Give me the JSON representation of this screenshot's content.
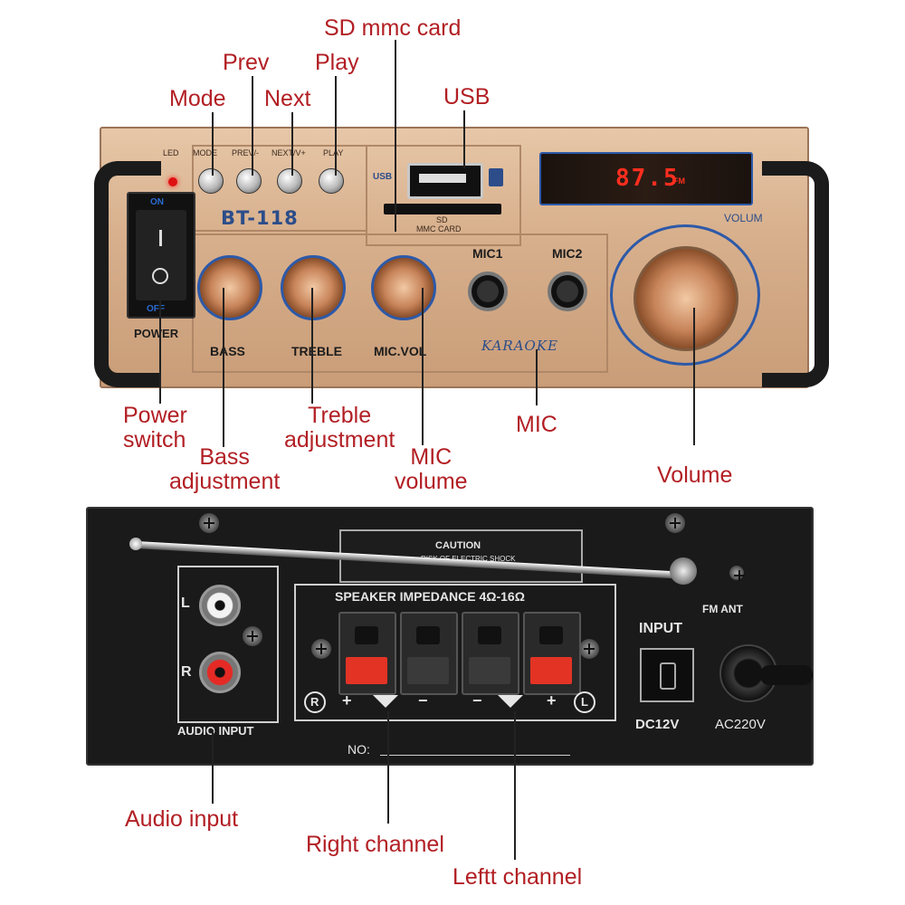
{
  "callouts": {
    "sd_card": "SD mmc card",
    "prev": "Prev",
    "play": "Play",
    "mode": "Mode",
    "next": "Next",
    "usb": "USB",
    "power_switch_1": "Power",
    "power_switch_2": "switch",
    "treble_1": "Treble",
    "treble_2": "adjustment",
    "mic": "MIC",
    "bass_1": "Bass",
    "bass_2": "adjustment",
    "mic_volume_1": "MIC",
    "mic_volume_2": "volume",
    "volume": "Volume",
    "audio_input": "Audio input",
    "right_channel": "Right channel",
    "left_channel": "Leftt channel"
  },
  "front_panel": {
    "button_labels": [
      "LED",
      "MODE",
      "PREV/-",
      "NEXT/V+",
      "PLAY"
    ],
    "model": "BT-118",
    "switch_on": "ON",
    "switch_off": "OFF",
    "power": "POWER",
    "usb_label": "USB",
    "sd_label_1": "SD",
    "sd_label_2": "MMC CARD",
    "display_value": "87.5",
    "display_unit": "FM",
    "volume_label": "VOLUM",
    "knob_bass": "BASS",
    "knob_treble": "TREBLE",
    "knob_mic_vol": "MIC.VOL",
    "mic1": "MIC1",
    "mic2": "MIC2",
    "karaoke": "KARAOKE"
  },
  "back_panel": {
    "caution": "CAUTION",
    "caution_sub": "RISK OF ELECTRIC SHOCK",
    "input_l": "L",
    "input_r": "R",
    "audio_input": "AUDIO INPUT",
    "speaker_impedance": "SPEAKER IMPEDANCE 4Ω-16Ω",
    "right_marker": "R",
    "left_marker": "L",
    "plus": "+",
    "minus": "−",
    "fm_ant": "FM ANT",
    "input": "INPUT",
    "dc12v": "DC12V",
    "ac220v": "AC220V",
    "no": "NO:"
  }
}
